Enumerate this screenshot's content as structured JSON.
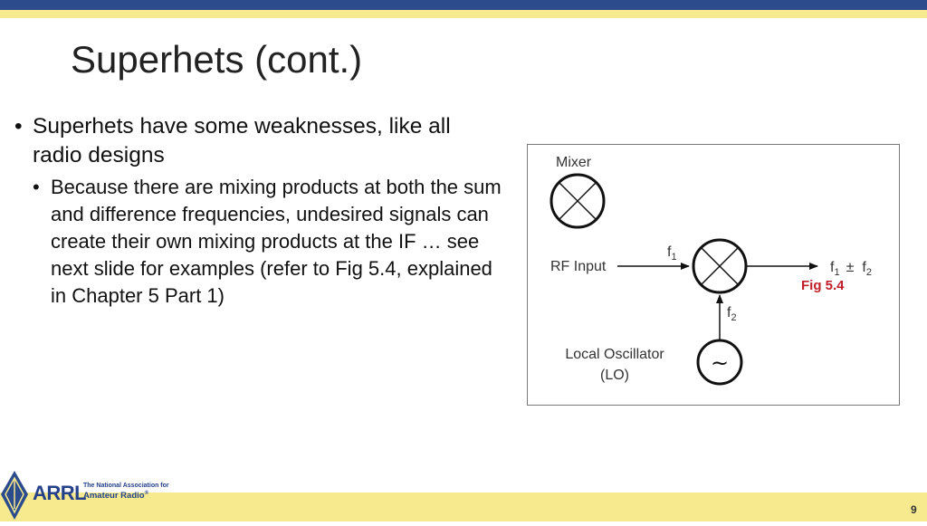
{
  "slide": {
    "title": "Superhets (cont.)",
    "bullet1": "Superhets have some weaknesses, like all radio designs",
    "bullet2": "Because there are mixing products at both the sum and difference frequencies, undesired signals can create their own mixing products at the IF … see next slide for examples (refer to Fig 5.4, explained in Chapter 5 Part 1)",
    "bullet_glyph": "•",
    "page_number": "9"
  },
  "figure": {
    "label": "Fig 5.4",
    "mixer_label": "Mixer",
    "rf_input_label": "RF Input",
    "lo_label_line1": "Local Oscillator",
    "lo_label_line2": "(LO)",
    "f1": "f",
    "f1_sub": "1",
    "f2": "f",
    "f2_sub": "2",
    "output_a": "f",
    "output_a_sub": "1",
    "output_op": "±",
    "output_b": "f",
    "output_b_sub": "2",
    "lo_symbol": "~"
  },
  "logo": {
    "name": "ARRL",
    "tagline_1": "The National Association for",
    "tagline_2": "Amateur Radio",
    "registered": "®"
  },
  "colors": {
    "top_bar": "#2b4b8c",
    "accent_yellow": "#f7e98e",
    "fig_label": "#c0202a",
    "logo_blue": "#24418a"
  }
}
